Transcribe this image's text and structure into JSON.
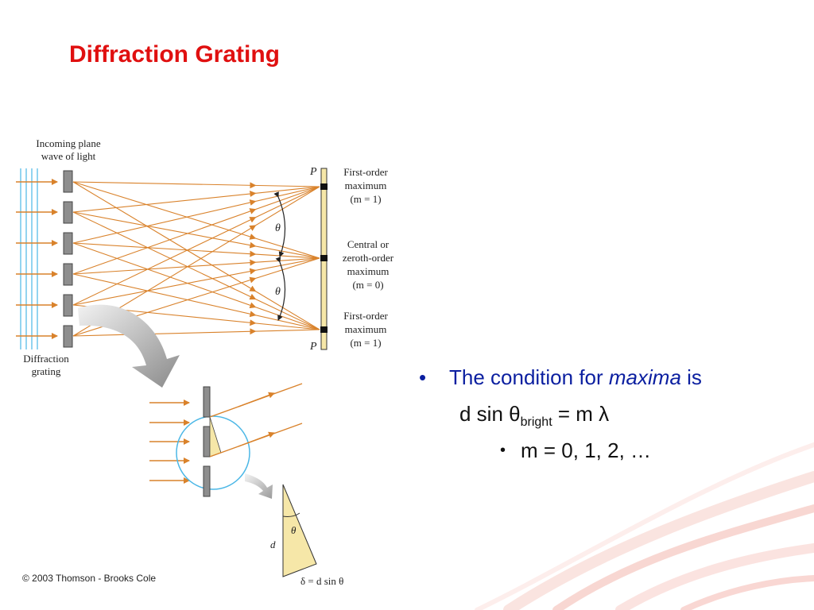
{
  "title": "Diffraction Grating",
  "diagram": {
    "label_incoming_1": "Incoming plane",
    "label_incoming_2": "wave of light",
    "label_grating_1": "Diffraction",
    "label_grating_2": "grating",
    "label_p_top": "P",
    "label_p_bottom": "P",
    "label_first_top_1": "First-order",
    "label_first_top_2": "maximum",
    "label_first_top_3": "(m = 1)",
    "label_central_1": "Central or",
    "label_central_2": "zeroth-order",
    "label_central_3": "maximum",
    "label_central_4": "(m = 0)",
    "label_first_bottom_1": "First-order",
    "label_first_bottom_2": "maximum",
    "label_first_bottom_3": "(m = 1)",
    "label_theta_1": "θ",
    "label_theta_2": "θ",
    "label_theta_3": "θ",
    "label_d": "d",
    "label_delta": "δ = d sin θ"
  },
  "bullets": {
    "b1_pre": "The condition for ",
    "b1_em": "maxima",
    "b1_post": " is",
    "b2_main": "d sin θ",
    "b2_sub": "bright",
    "b2_post": " = m λ",
    "b3": "m = 0, 1, 2, …",
    "bullet_char": "•"
  },
  "copyright": "© 2003 Thomson - Brooks Cole",
  "colors": {
    "title": "#e01010",
    "ray": "#d9822b",
    "wave": "#4bb7e6",
    "bullet_text": "#0b1fa0"
  }
}
